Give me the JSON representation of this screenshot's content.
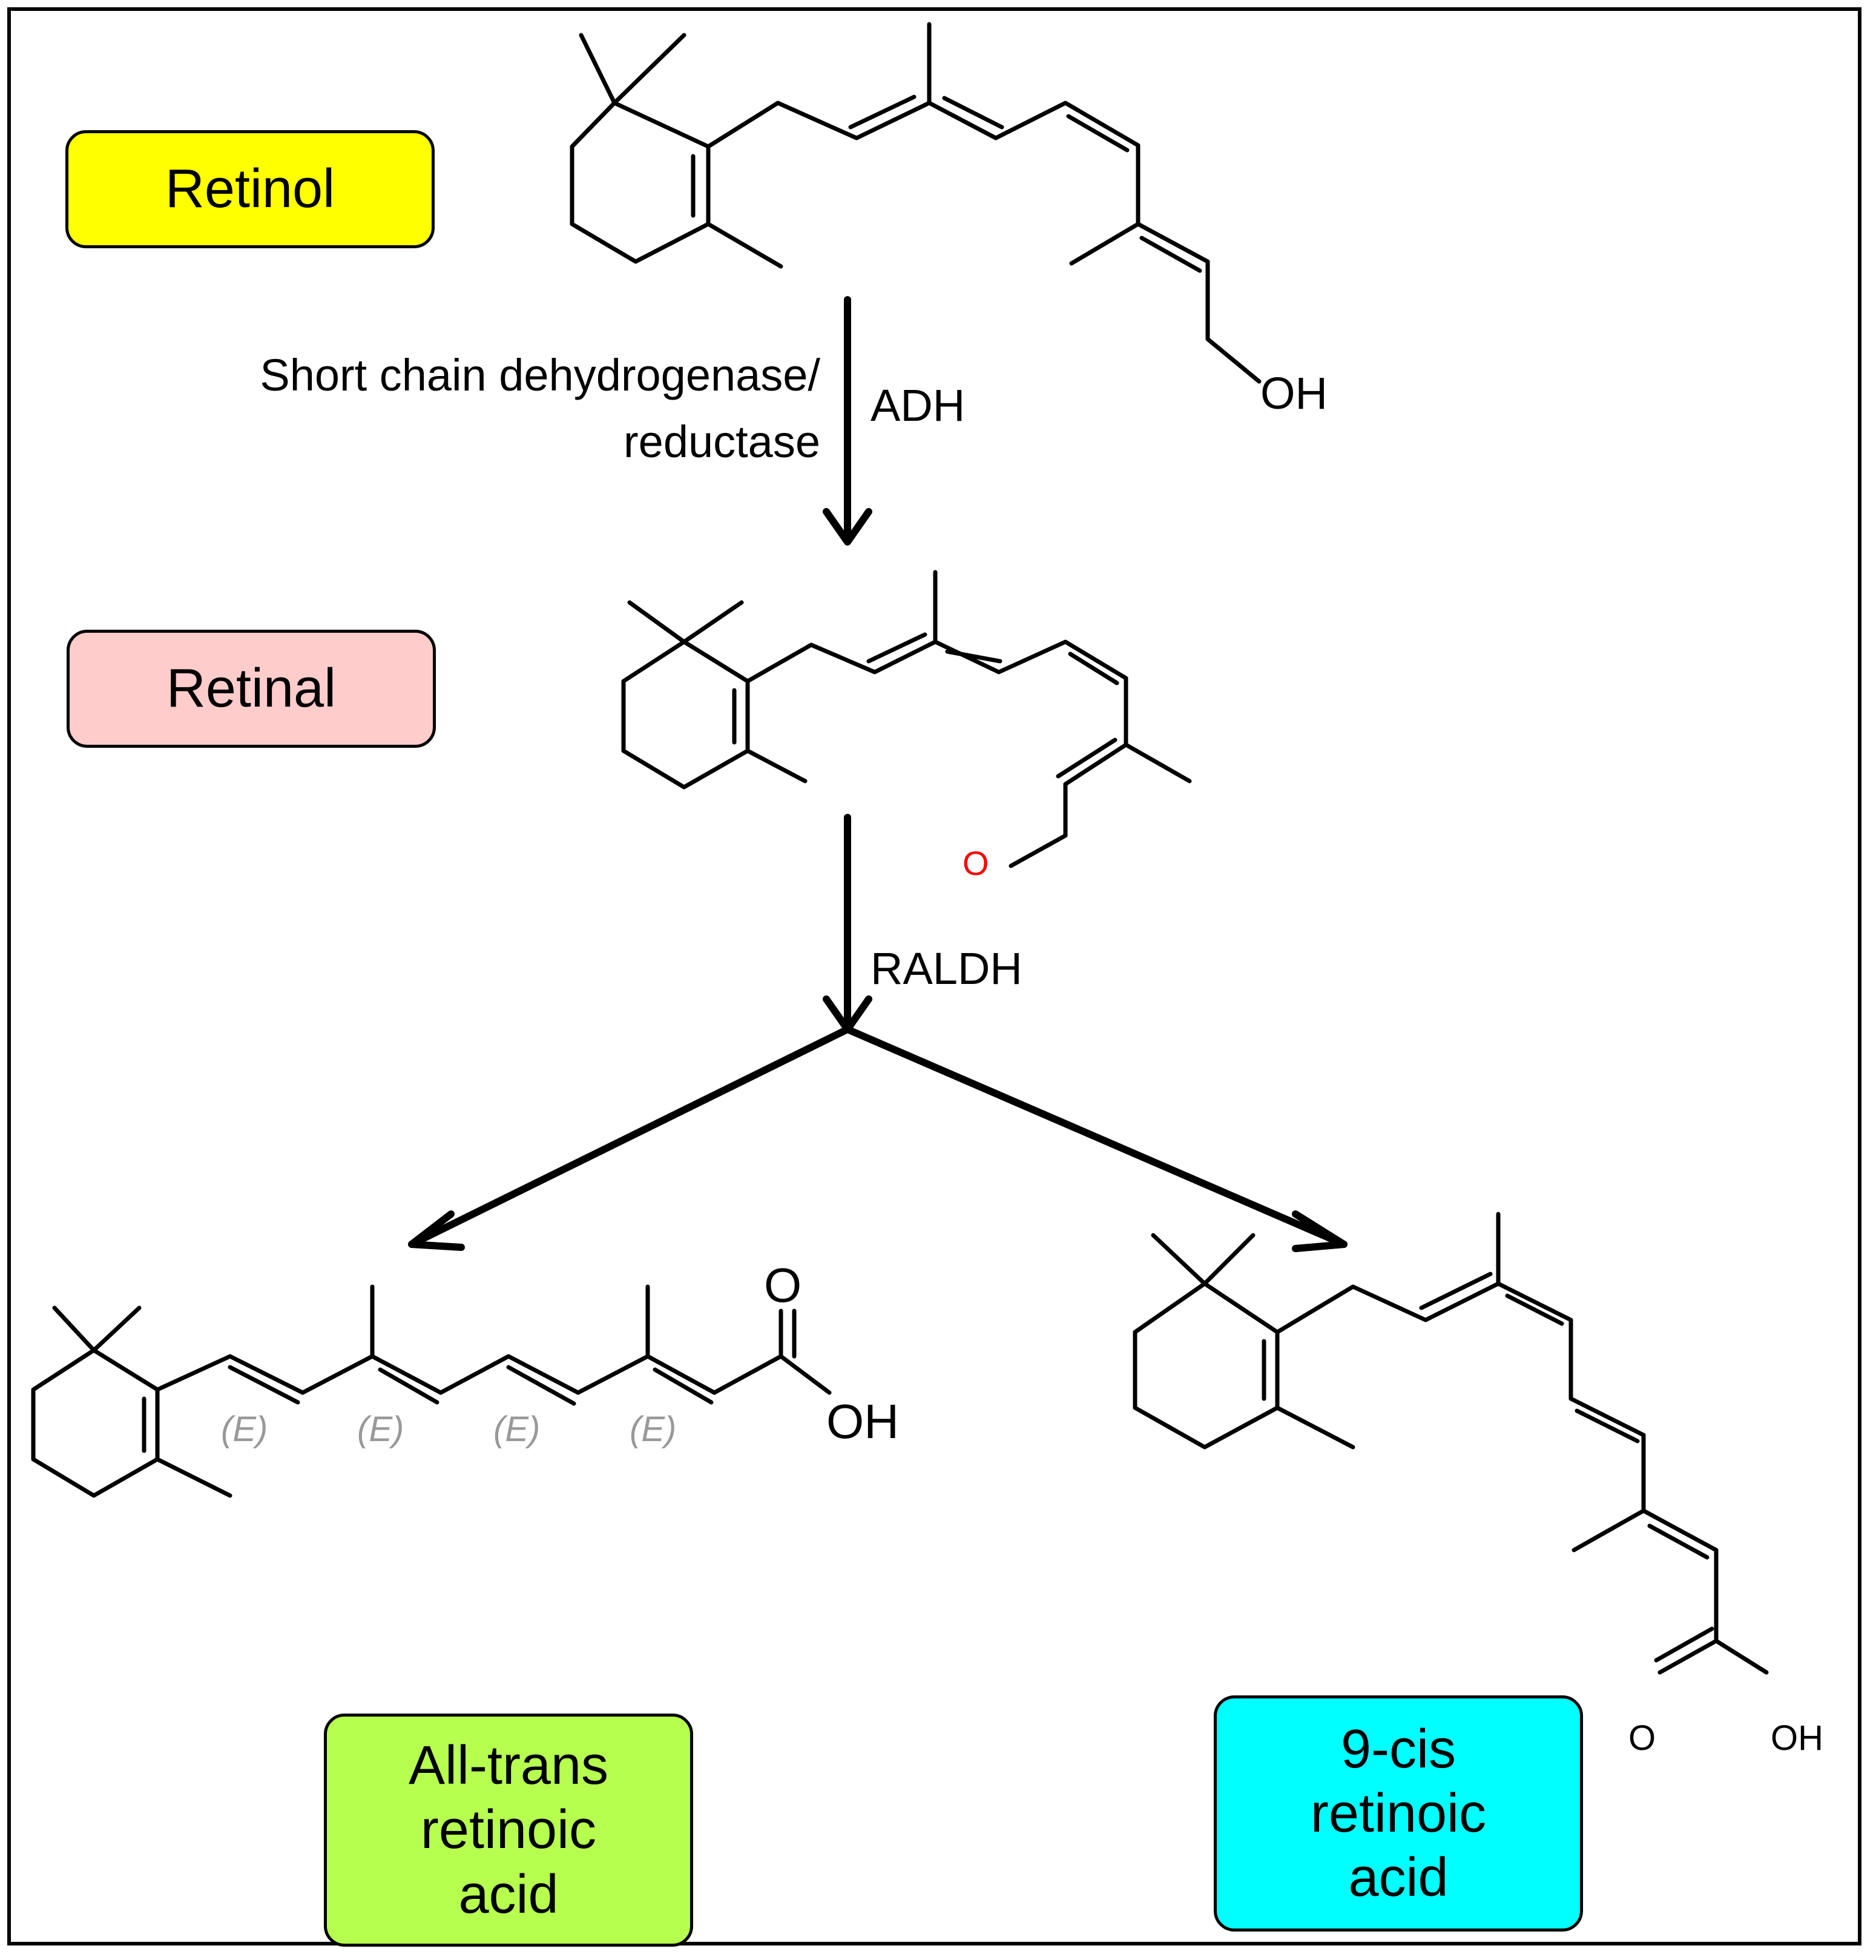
{
  "compounds": {
    "retinol": {
      "label": "Retinol",
      "color": "#FFFF00",
      "group": "OH"
    },
    "retinal": {
      "label": "Retinal",
      "color": "#FFCCCC",
      "group": "O",
      "group_color": "#FF0000"
    },
    "all_trans_ra": {
      "label_lines": [
        "All-trans",
        "retinoic",
        "acid"
      ],
      "color": "#B7FF4F",
      "carbonyl": "O",
      "group": "OH",
      "stereo": [
        "(E)",
        "(E)",
        "(E)",
        "(E)"
      ]
    },
    "nine_cis_ra": {
      "label_lines": [
        "9-cis",
        "retinoic",
        "acid"
      ],
      "color": "#00FFFF",
      "carbonyl": "O",
      "group": "OH"
    }
  },
  "enzymes": {
    "step1_left_lines": [
      "Short chain dehydrogenase/",
      "reductase"
    ],
    "step1_right": "ADH",
    "step2": "RALDH"
  }
}
